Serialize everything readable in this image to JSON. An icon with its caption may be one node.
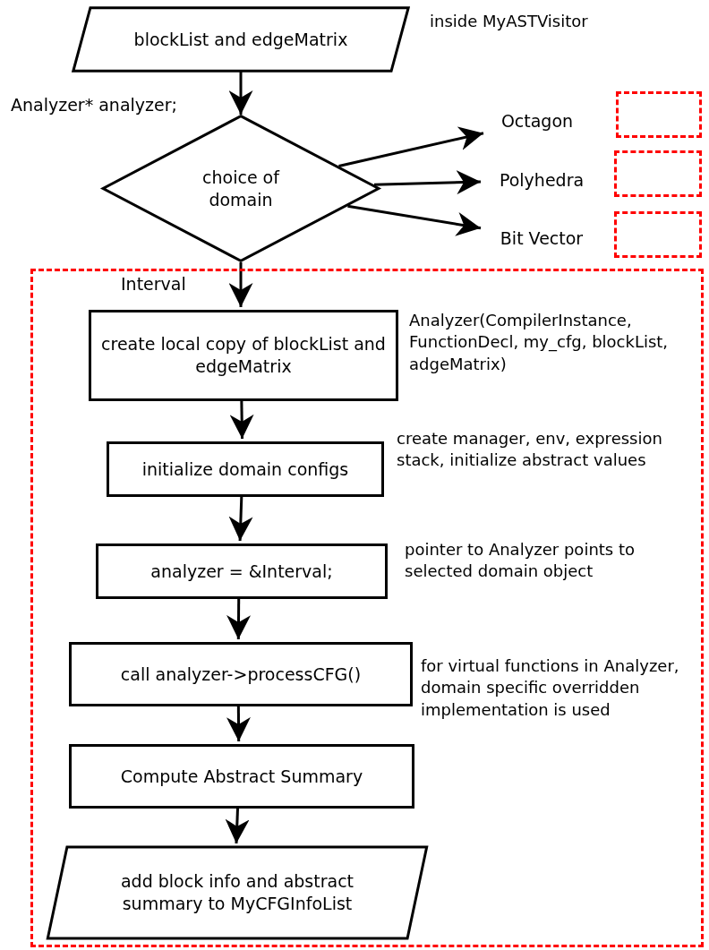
{
  "diagram": {
    "nodes": [
      {
        "text": [
          "blockList and edgeMatrix"
        ],
        "beside": [
          "inside MyASTVisitor"
        ]
      },
      {
        "text": [
          "choice of domain"
        ]
      },
      {
        "text": [
          "Octagon"
        ]
      },
      {
        "text": [
          "Polyhedra"
        ]
      },
      {
        "text": [
          "Bit Vector"
        ]
      },
      {
        "text": [],
        "shape": "box"
      },
      {
        "text": [],
        "shape": "box"
      },
      {
        "text": [],
        "shape": "box"
      },
      {
        "text": [
          "Interval"
        ]
      },
      {
        "text": [
          "create local copy of blockList and edgeMatrix"
        ],
        "in": 8,
        "beside": [
          "Analyzer(CompilerInstance, FunctionDecl, my_cfg, blockList, adgeMatrix)"
        ]
      },
      {
        "text": [
          "initialize domain configs"
        ],
        "in": 8,
        "beside": [
          "create manager, env, expression stack, initialize abstract values"
        ]
      },
      {
        "text": [
          "analyzer = &Interval;"
        ],
        "in": 8,
        "beside": [
          "pointer to Analyzer points to selected domain object"
        ]
      },
      {
        "text": [
          "call analyzer->processCFG()"
        ],
        "in": 8,
        "beside": [
          "for virtual functions in Analyzer, domain specific overridden implementation is used"
        ]
      },
      {
        "text": [
          "Compute Abstract Summary"
        ],
        "in": 8
      },
      {
        "text": [
          "add block info and abstract summary to MyCFGInfoList"
        ],
        "in": 8
      }
    ],
    "edges": [
      {
        "from": 0,
        "to": 1,
        "arrow": "to"
      },
      {
        "from": 1,
        "to": 2,
        "arrow": "to"
      },
      {
        "from": 1,
        "to": 3,
        "arrow": "to"
      },
      {
        "from": 1,
        "to": 4,
        "arrow": "to"
      },
      {
        "from": 1,
        "to": 9,
        "arrow": "to"
      },
      {
        "from": 9,
        "to": 10,
        "arrow": "to"
      },
      {
        "from": 10,
        "to": 11,
        "arrow": "to"
      },
      {
        "from": 11,
        "to": 12,
        "arrow": "to"
      },
      {
        "from": 12,
        "to": 13,
        "arrow": "to"
      },
      {
        "from": 13,
        "to": 14,
        "arrow": "to"
      }
    ],
    "labels": [
      "Analyzer* analyzer;"
    ]
  }
}
